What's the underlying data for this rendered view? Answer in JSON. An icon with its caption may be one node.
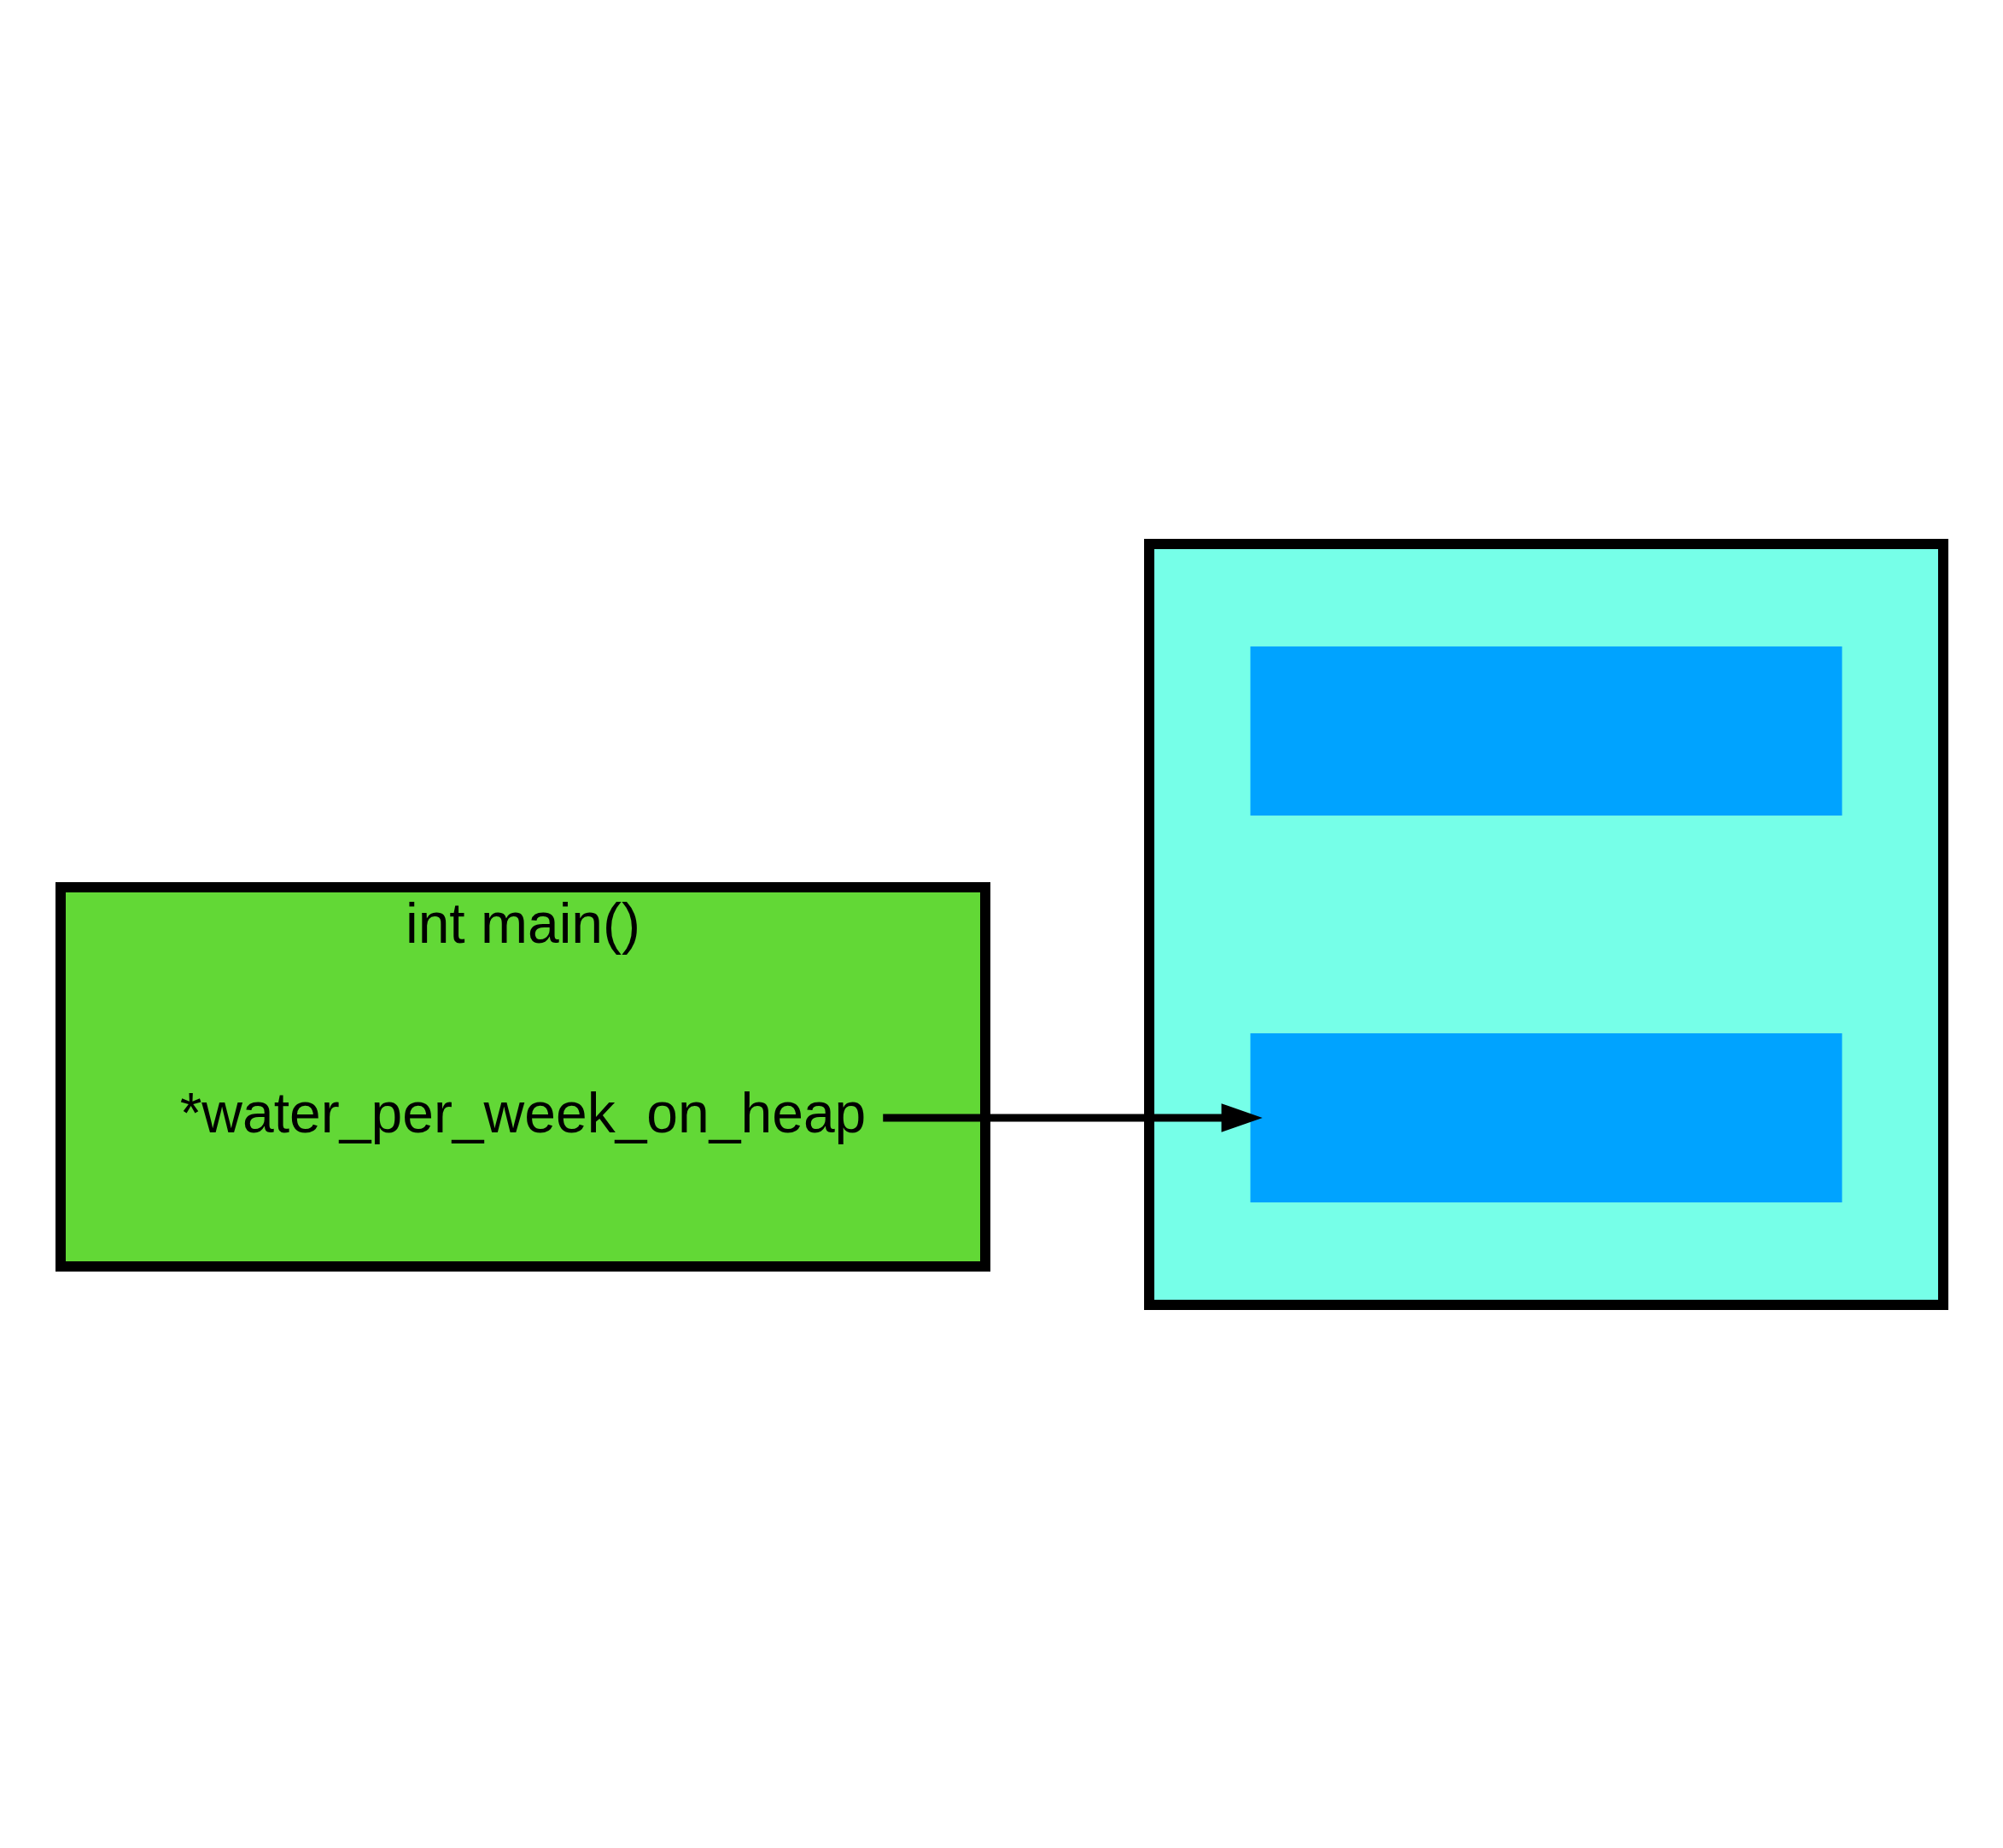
{
  "diagram": {
    "nodes": [
      {
        "text": [
          "int main()"
        ]
      },
      {
        "text": [
          "*water_per_week_on_heap"
        ],
        "in": 0
      },
      {
        "text": [],
        "shape": "box"
      },
      {
        "text": [],
        "shape": "bar",
        "in": 2
      },
      {
        "text": [],
        "shape": "bar",
        "in": 2
      }
    ],
    "edges": [
      {
        "from": 1,
        "to": 4,
        "arrow": "to"
      }
    ]
  }
}
